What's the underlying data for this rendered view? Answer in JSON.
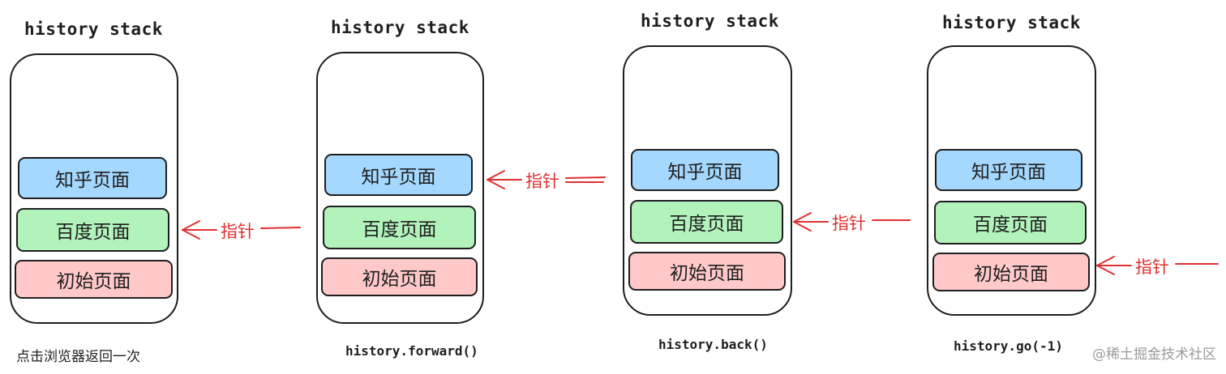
{
  "stack_title": "history stack",
  "pages": {
    "zhihu": "知乎页面",
    "baidu": "百度页面",
    "initial": "初始页面"
  },
  "pointer_label": "指针",
  "colors": {
    "zhihu": "#a5d8ff",
    "baidu": "#b2f2bb",
    "initial": "#ffc9c9",
    "pointer": "#e03131",
    "stroke": "#1e1e1e"
  },
  "panels": [
    {
      "caption": "点击浏览器返回一次",
      "pointer_at": "baidu"
    },
    {
      "caption": "history.forward()",
      "pointer_at": "zhihu"
    },
    {
      "caption": "history.back()",
      "pointer_at": "baidu"
    },
    {
      "caption": "history.go(-1)",
      "pointer_at": "initial"
    }
  ],
  "watermark": "@稀土掘金技术社区"
}
